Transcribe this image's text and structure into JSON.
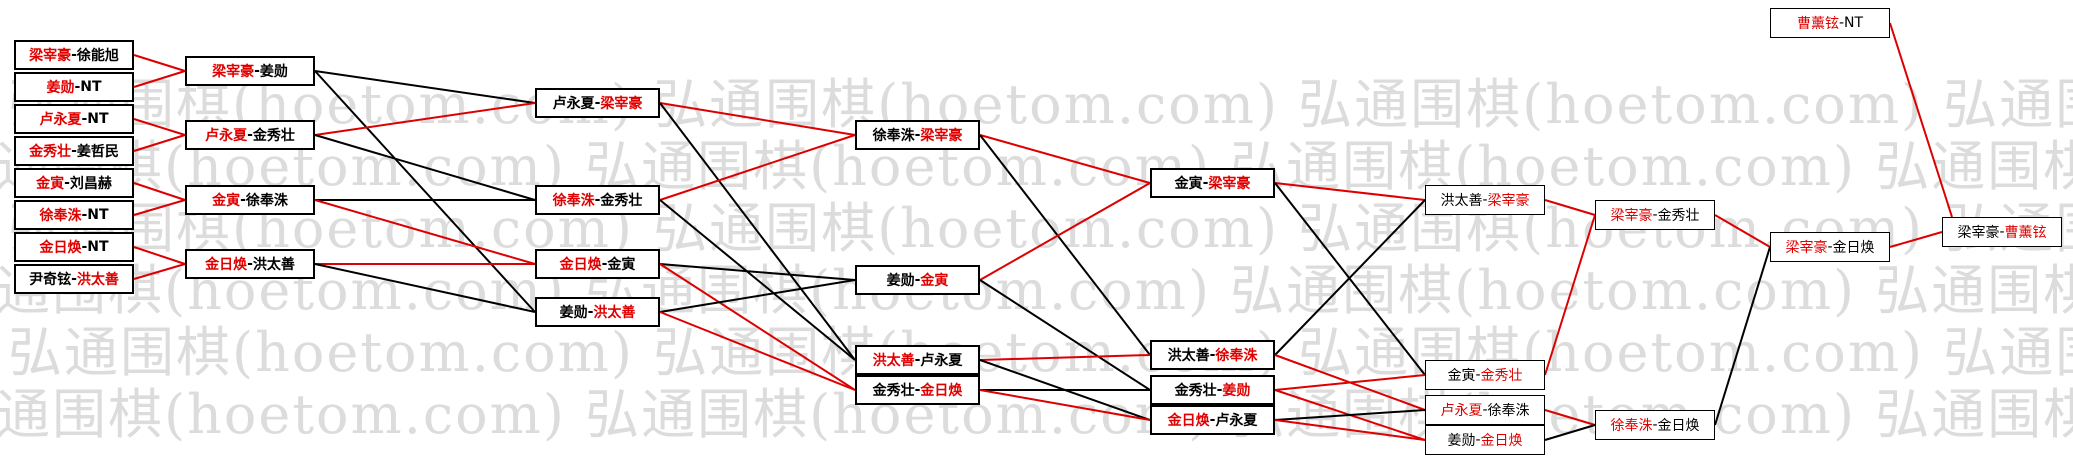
{
  "watermark": {
    "text": "弘通围棋(hoetom.com) 弘通围棋(hoetom.com) 弘通围棋(hoetom.com) 弘通围棋(hoetom.com) 弘通围棋(hoetom.com)",
    "rows": 6
  },
  "colors": {
    "winner_text": "#e00000",
    "win_line": "#dd0000",
    "loss_line": "#000000",
    "normal_text": "#000000"
  },
  "bracket": {
    "r1": [
      {
        "a": "梁宰豪",
        "b": "徐能旭",
        "win": "a"
      },
      {
        "a": "姜勋",
        "b": "NT",
        "win": "a"
      },
      {
        "a": "卢永夏",
        "b": "NT",
        "win": "a"
      },
      {
        "a": "金秀壮",
        "b": "姜哲民",
        "win": "a"
      },
      {
        "a": "金寅",
        "b": "刘昌赫",
        "win": "a"
      },
      {
        "a": "徐奉洙",
        "b": "NT",
        "win": "a"
      },
      {
        "a": "金日焕",
        "b": "NT",
        "win": "a"
      },
      {
        "a": "尹奇铉",
        "b": "洪太善",
        "win": "b"
      }
    ],
    "r2": [
      {
        "a": "梁宰豪",
        "b": "姜勋",
        "win": "a"
      },
      {
        "a": "卢永夏",
        "b": "金秀壮",
        "win": "a"
      },
      {
        "a": "金寅",
        "b": "徐奉洙",
        "win": "a"
      },
      {
        "a": "金日焕",
        "b": "洪太善",
        "win": "a"
      }
    ],
    "r3": [
      {
        "a": "卢永夏",
        "b": "梁宰豪",
        "win": "b"
      },
      {
        "a": "徐奉洙",
        "b": "金秀壮",
        "win": "a"
      },
      {
        "a": "金日焕",
        "b": "金寅",
        "win": "a"
      },
      {
        "a": "姜勋",
        "b": "洪太善",
        "win": "b"
      }
    ],
    "r4": [
      {
        "a": "徐奉洙",
        "b": "梁宰豪",
        "win": "b"
      },
      {
        "a": "姜勋",
        "b": "金寅",
        "win": "b"
      },
      {
        "a": "洪太善",
        "b": "卢永夏",
        "win": "a"
      },
      {
        "a": "金秀壮",
        "b": "金日焕",
        "win": "b"
      }
    ],
    "r5": [
      {
        "a": "金寅",
        "b": "梁宰豪",
        "win": "b"
      },
      {
        "a": "洪太善",
        "b": "徐奉洙",
        "win": "b"
      },
      {
        "a": "金秀壮",
        "b": "姜勋",
        "win": "b"
      },
      {
        "a": "金日焕",
        "b": "卢永夏",
        "win": "a"
      }
    ],
    "r6": [
      {
        "a": "洪太善",
        "b": "梁宰豪",
        "win": "b"
      },
      {
        "a": "金寅",
        "b": "金秀壮",
        "win": "b"
      },
      {
        "a": "卢永夏",
        "b": "徐奉洙",
        "win": "a"
      },
      {
        "a": "姜勋",
        "b": "金日焕",
        "win": "b"
      }
    ],
    "r7": [
      {
        "a": "梁宰豪",
        "b": "金秀壮",
        "win": "a"
      },
      {
        "a": "徐奉洙",
        "b": "金日焕",
        "win": "a"
      }
    ],
    "r8": [
      {
        "a": "梁宰豪",
        "b": "金日焕",
        "win": "a"
      }
    ],
    "seed": {
      "a": "曹薰铉",
      "b": "NT",
      "win": "a"
    },
    "final": {
      "a": "梁宰豪",
      "b": "曹薰铉",
      "win": "b"
    }
  },
  "links": [
    {
      "from": "r1.0",
      "to": "r2.0",
      "w": true
    },
    {
      "from": "r1.1",
      "to": "r2.0",
      "w": true
    },
    {
      "from": "r1.2",
      "to": "r2.1",
      "w": true
    },
    {
      "from": "r1.3",
      "to": "r2.1",
      "w": true
    },
    {
      "from": "r1.4",
      "to": "r2.2",
      "w": true
    },
    {
      "from": "r1.5",
      "to": "r2.2",
      "w": true
    },
    {
      "from": "r1.6",
      "to": "r2.3",
      "w": true
    },
    {
      "from": "r1.7",
      "to": "r2.3",
      "w": true
    },
    {
      "from": "r2.0",
      "to": "r3.0",
      "w": false
    },
    {
      "from": "r2.0",
      "to": "r3.3",
      "w": false
    },
    {
      "from": "r2.1",
      "to": "r3.0",
      "w": true
    },
    {
      "from": "r2.1",
      "to": "r3.1",
      "w": false
    },
    {
      "from": "r2.2",
      "to": "r3.1",
      "w": false
    },
    {
      "from": "r2.2",
      "to": "r3.2",
      "w": true
    },
    {
      "from": "r2.3",
      "to": "r3.2",
      "w": true
    },
    {
      "from": "r2.3",
      "to": "r3.3",
      "w": false
    },
    {
      "from": "r3.0",
      "to": "r4.0",
      "w": true
    },
    {
      "from": "r3.0",
      "to": "r4.2",
      "w": false
    },
    {
      "from": "r3.1",
      "to": "r4.0",
      "w": true
    },
    {
      "from": "r3.1",
      "to": "r4.2",
      "w": false
    },
    {
      "from": "r3.2",
      "to": "r4.1",
      "w": false
    },
    {
      "from": "r3.2",
      "to": "r4.3",
      "w": true
    },
    {
      "from": "r3.3",
      "to": "r4.1",
      "w": false
    },
    {
      "from": "r3.3",
      "to": "r4.3",
      "w": true
    },
    {
      "from": "r4.0",
      "to": "r5.0",
      "w": true
    },
    {
      "from": "r4.0",
      "to": "r5.1",
      "w": false
    },
    {
      "from": "r4.1",
      "to": "r5.0",
      "w": true
    },
    {
      "from": "r4.1",
      "to": "r5.2",
      "w": false
    },
    {
      "from": "r4.2",
      "to": "r5.1",
      "w": true
    },
    {
      "from": "r4.2",
      "to": "r5.3",
      "w": false
    },
    {
      "from": "r4.3",
      "to": "r5.2",
      "w": false
    },
    {
      "from": "r4.3",
      "to": "r5.3",
      "w": true
    },
    {
      "from": "r5.0",
      "to": "r6.0",
      "w": true
    },
    {
      "from": "r5.0",
      "to": "r6.1",
      "w": false
    },
    {
      "from": "r5.1",
      "to": "r6.0",
      "w": false
    },
    {
      "from": "r5.1",
      "to": "r6.2",
      "w": true
    },
    {
      "from": "r5.2",
      "to": "r6.1",
      "w": true
    },
    {
      "from": "r5.2",
      "to": "r6.3",
      "w": true
    },
    {
      "from": "r5.3",
      "to": "r6.2",
      "w": false
    },
    {
      "from": "r5.3",
      "to": "r6.3",
      "w": true
    },
    {
      "from": "r6.0",
      "to": "r7.0",
      "w": true
    },
    {
      "from": "r6.1",
      "to": "r7.0",
      "w": true
    },
    {
      "from": "r6.2",
      "to": "r7.1",
      "w": true
    },
    {
      "from": "r6.3",
      "to": "r7.1",
      "w": false
    },
    {
      "from": "r7.0",
      "to": "r8.0",
      "w": true
    },
    {
      "from": "r7.1",
      "to": "r8.0",
      "w": false
    },
    {
      "from": "r8.0",
      "to": "final",
      "w": true
    },
    {
      "from": "seed",
      "to": "final",
      "w": true
    }
  ]
}
